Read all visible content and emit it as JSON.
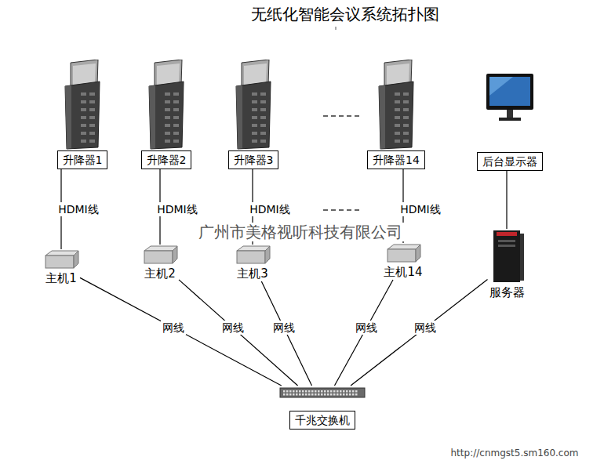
{
  "diagram": {
    "title": "无纸化智能会议系统拓扑图",
    "nodes": [
      {
        "text": [
          "升降器1"
        ]
      },
      {
        "text": [
          "升降器2"
        ]
      },
      {
        "text": [
          "升降器3"
        ]
      },
      {
        "text": [
          "升降器14"
        ]
      },
      {
        "text": [
          "后台显示器"
        ]
      },
      {
        "text": [
          "主机1"
        ]
      },
      {
        "text": [
          "主机2"
        ]
      },
      {
        "text": [
          "主机3"
        ]
      },
      {
        "text": [
          "主机14"
        ]
      },
      {
        "text": [
          "服务器"
        ]
      },
      {
        "text": [
          "千兆交换机"
        ]
      }
    ],
    "edges": [
      {
        "from": 0,
        "to": 5,
        "label": "HDMI线",
        "arrow": "none"
      },
      {
        "from": 1,
        "to": 6,
        "label": "HDMI线",
        "arrow": "none"
      },
      {
        "from": 2,
        "to": 7,
        "label": "HDMI线",
        "arrow": "none"
      },
      {
        "from": 3,
        "to": 8,
        "label": "HDMI线",
        "arrow": "none"
      },
      {
        "from": 4,
        "to": 9,
        "arrow": "none"
      },
      {
        "from": 5,
        "to": 10,
        "label": "网线",
        "arrow": "none"
      },
      {
        "from": 6,
        "to": 10,
        "label": "网线",
        "arrow": "none"
      },
      {
        "from": 7,
        "to": 10,
        "label": "网线",
        "arrow": "none"
      },
      {
        "from": 8,
        "to": 10,
        "label": "网线",
        "arrow": "none"
      },
      {
        "from": 9,
        "to": 10,
        "label": "网线",
        "arrow": "none"
      }
    ],
    "labels": [
      "广州市美格视听科技有限公司",
      "http://cnmgst5.sm160.com"
    ]
  }
}
